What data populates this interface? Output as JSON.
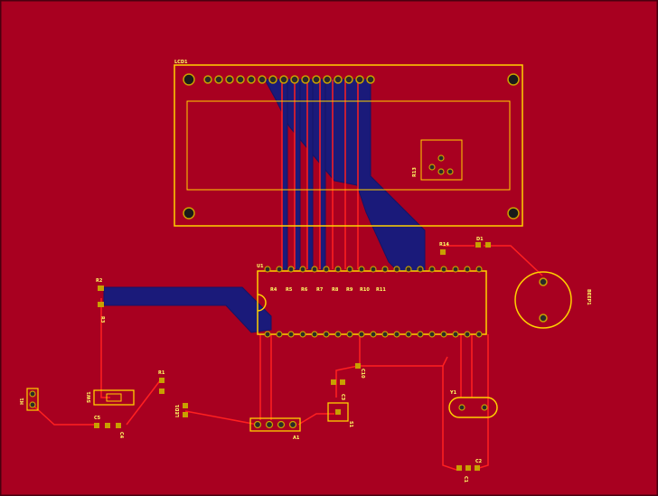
{
  "colors": {
    "board_fill": "#a80020",
    "board_edge": "#4a0010",
    "silkscreen": "#ffd200",
    "bottom_copper": "#1a1a7a",
    "top_trace": "#ff2020",
    "pad_ring": "#c8a000",
    "pad_hole": "#2a2a2a"
  },
  "labels": {
    "lcd": "LCD1",
    "u1": "U1",
    "beep": "BEEP1",
    "d1": "D1",
    "r14": "R14",
    "r13": "R13",
    "r2": "R2",
    "r3": "R3",
    "r4": "R4",
    "r5": "R5",
    "r6": "R6",
    "r7": "R7",
    "r8": "R8",
    "r9": "R9",
    "r10": "R10",
    "r11": "R11",
    "r1": "R1",
    "led1": "LED1",
    "sw1": "SW1",
    "h1": "H1",
    "c5": "C5",
    "c4": "C4",
    "a1": "A1",
    "c3": "C3",
    "c10": "C10",
    "s1": "S1",
    "y1": "Y1",
    "c1": "C1",
    "c2": "C2"
  }
}
